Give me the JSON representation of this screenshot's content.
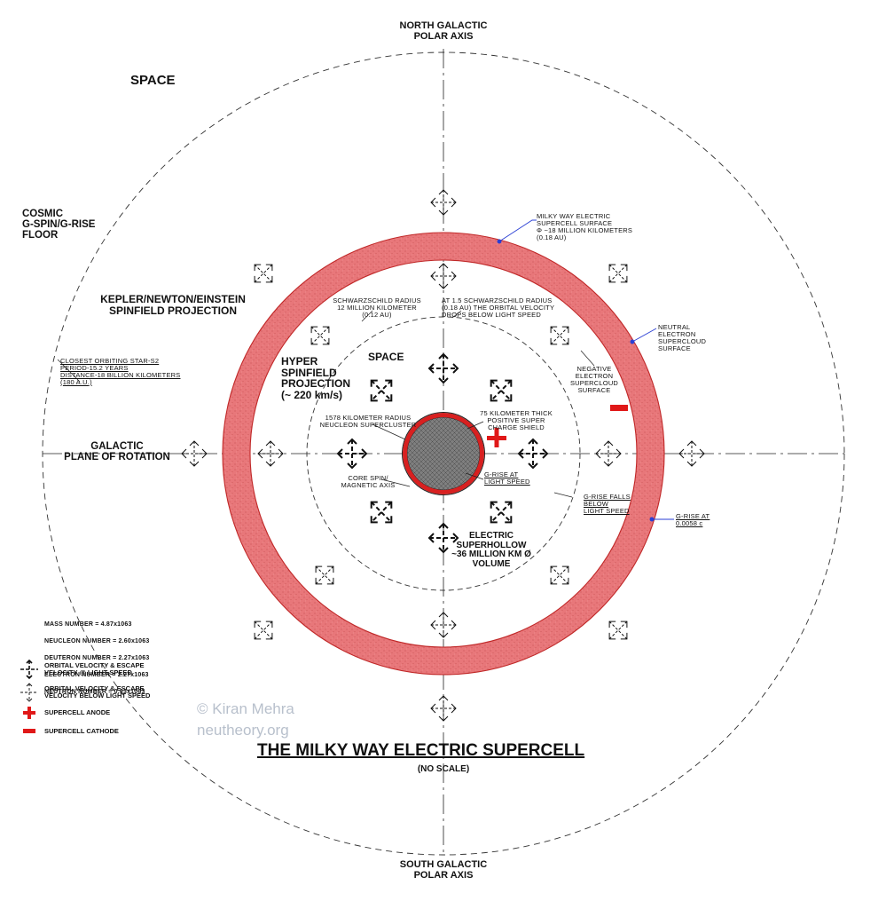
{
  "axes": {
    "north": "NORTH GALACTIC\nPOLAR AXIS",
    "south": "SOUTH GALACTIC\nPOLAR AXIS",
    "galactic_plane": "GALACTIC\nPLANE OF ROTATION"
  },
  "labels": {
    "space_outer": "SPACE",
    "space_inner": "SPACE",
    "cosmic_floor": "COSMIC\nG-SPIN/G-RISE\nFLOOR",
    "kepler": "KEPLER/NEWTON/EINSTEIN\nSPINFIELD PROJECTION",
    "hyper": "HYPER\nSPINFIELD\nPROJECTION\n(~ 220 km/s)",
    "superhollow": "ELECTRIC\nSUPERHOLLOW\n~36 MILLION KM Ø\nVOLUME"
  },
  "annotations": {
    "supercell_surface": "MILKY WAY ELECTRIC\nSUPERCELL SURFACE\nΦ ~18 MILLION KILOMETERS\n(0.18 AU)",
    "neutral_cloud": "NEUTRAL\nELECTRON\nSUPERCLOUD\nSURFACE",
    "negative_cloud": "NEGATIVE\nELECTRON\nSUPERCLOUD\nSURFACE",
    "schwarzschild": "SCHWARZSCHILD RADIUS\n12 MILLION KILOMETER\n(0.12 AU)",
    "schwarzschild_15": "AT 1.5 SCHWARZSCHILD RADIUS\n(0.18 AU) THE ORBITAL VELOCITY\nDROPS BELOW LIGHT SPEED",
    "closest_star": "CLOSEST ORBITING STAR-S2\nPERIOD-15.2 YEARS\nDISTANCE-18 BILLION KILOMETERS\n(180 A.U.)",
    "neucleon_cluster": "1578 KILOMETER RADIUS\nNEUCLEON SUPERCLUSTER",
    "charge_shield": "75 KILOMETER THICK\nPOSITIVE SUPER\nCHARGE SHIELD",
    "core_spin": "CORE SPIN/\nMAGNETIC AXIS",
    "g_rise_light": "G-RISE AT\nLIGHT SPEED",
    "g_rise_falls": "G-RISE FALLS\nBELOW\nLIGHT SPEED",
    "g_rise_value": "G-RISE AT\n0.0058 c"
  },
  "numbers": [
    "MASS NUMBER        = 4.87x1063",
    "NEUCLEON NUMBER  = 2.60x1063",
    "DEUTERON NUMBER = 2.27x1063",
    "ELECTRON NUMBER  = 2.27x1063",
    "NEUTRON NUMBER   = 0.33x1063"
  ],
  "legend": {
    "orbital_light": "ORBITAL VELOCITY & ESCAPE\nVELOCITY @ LIGHT SPEED",
    "orbital_below": "ORBITAL VELOCITY & ESCAPE\nVELOCITY BELOW LIGHT SPEED",
    "anode": "SUPERCELL ANODE",
    "cathode": "SUPERCELL CATHODE"
  },
  "watermark": {
    "line1": "© Kiran Mehra",
    "line2": "neutheory.org"
  },
  "title": {
    "main": "THE MILKY WAY ELECTRIC SUPERCELL",
    "sub": "(NO SCALE)"
  },
  "colors": {
    "ring_fill": "#e8777a",
    "ring_stroke": "#c02828",
    "core_fill": "#7a7a7a",
    "anode": "#e01818",
    "cathode": "#e01818",
    "leader": "#2a3fd4"
  }
}
